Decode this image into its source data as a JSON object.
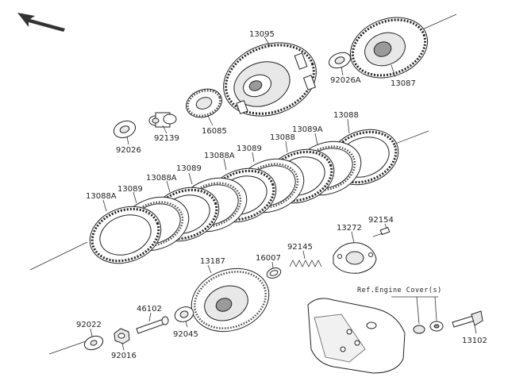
{
  "diagram": {
    "reference_note": "Ref.Engine Cover(s)",
    "part_numbers": {
      "p13095": "13095",
      "p13087": "13087",
      "p92026A": "92026A",
      "p16085": "16085",
      "p92139": "92139",
      "p92026": "92026",
      "p13088_top": "13088",
      "p13089A": "13089A",
      "p13088_mid": "13088",
      "p13089_a": "13089",
      "p13088A_a": "13088A",
      "p13089_b": "13089",
      "p13088A_b": "13088A",
      "p13089_c": "13089",
      "p13088A_c": "13088A",
      "p92154": "92154",
      "p13272": "13272",
      "p92145": "92145",
      "p16007": "16007",
      "p13187": "13187",
      "p46102": "46102",
      "p92022": "92022",
      "p92045": "92045",
      "p92016": "92016",
      "p13102": "13102"
    },
    "icons": {
      "direction": "front-direction-arrow-icon"
    },
    "colors": {
      "line": "#222222",
      "background": "#ffffff"
    }
  }
}
